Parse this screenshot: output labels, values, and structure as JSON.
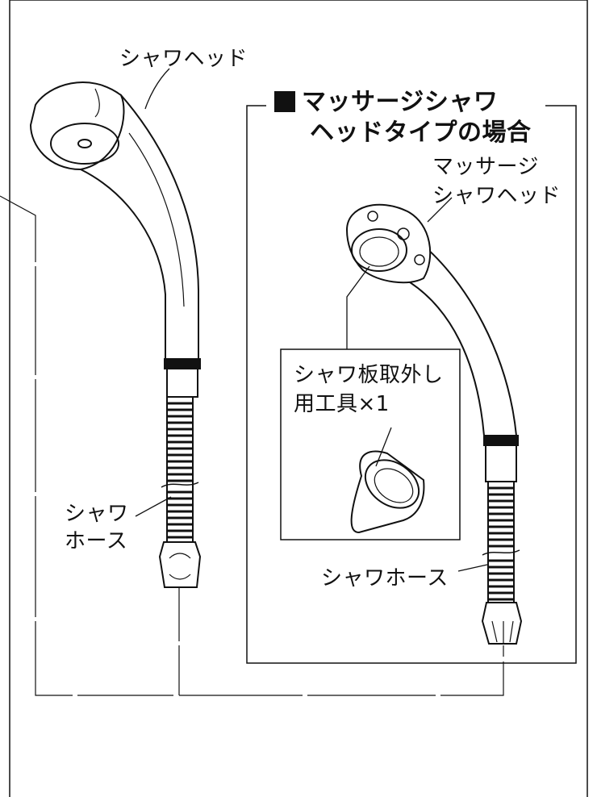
{
  "labels": {
    "shower_head": "シャワヘッド",
    "shower_hose_left_line1": "シャワ",
    "shower_hose_left_line2": "ホース",
    "massage_title_line1": "マッサージシャワ",
    "massage_title_line2": "ヘッドタイプの場合",
    "massage_head_line1": "マッサージ",
    "massage_head_line2": "シャワヘッド",
    "tool_line1": "シャワ板取外し",
    "tool_line2": "用工具×1",
    "shower_hose_right": "シャワホース"
  },
  "icons": {
    "title_marker": "black-square-icon"
  },
  "colors": {
    "line": "#111111",
    "background": "#ffffff"
  }
}
